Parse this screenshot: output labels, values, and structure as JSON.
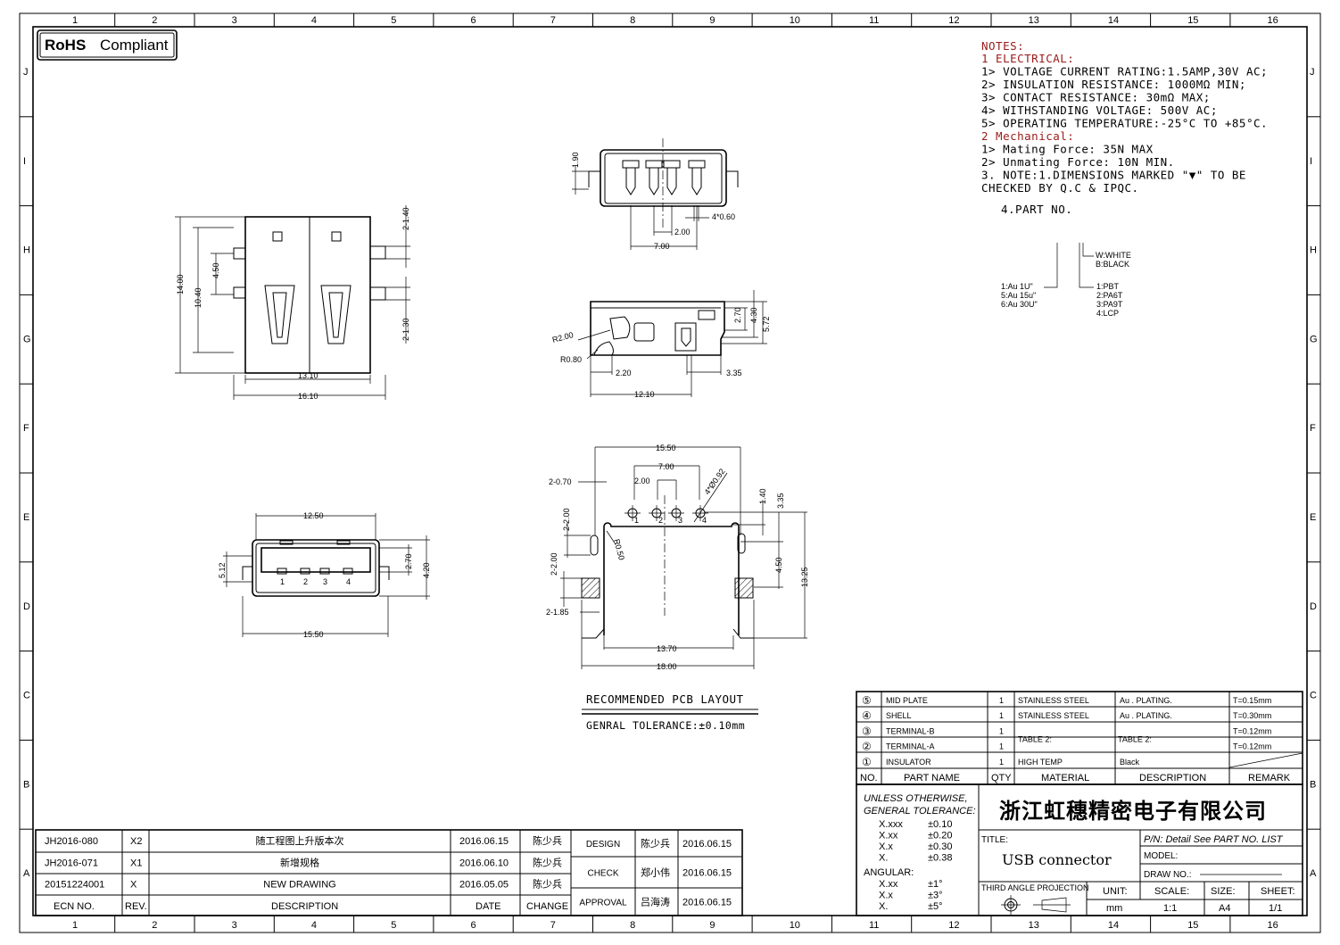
{
  "rohs_badge": {
    "bold": "RoHS",
    "text": "Compliant"
  },
  "border": {
    "columns": [
      "1",
      "2",
      "3",
      "4",
      "5",
      "6",
      "7",
      "8",
      "9",
      "10",
      "11",
      "12",
      "13",
      "14",
      "15",
      "16"
    ],
    "rows": [
      "J",
      "I",
      "H",
      "G",
      "F",
      "E",
      "D",
      "C",
      "B",
      "A"
    ]
  },
  "notes": {
    "heading": "NOTES:",
    "lines": [
      "1  ELECTRICAL:",
      "  1> VOLTAGE CURRENT RATING:1.5AMP,30V AC;",
      "  2> INSULATION RESISTANCE: 1000MΩ MIN;",
      "  3> CONTACT RESISTANCE: 30mΩ MAX;",
      "  4> WITHSTANDING VOLTAGE: 500V AC;",
      "  5> OPERATING TEMPERATURE:-25°C TO +85°C.",
      "2  Mechanical:",
      "  1> Mating Force:  35N MAX",
      "  2> Unmating Force:  10N MIN.",
      "3. NOTE:1.DIMENSIONS MARKED \"▼\" TO BE",
      "  CHECKED BY Q.C & IPQC."
    ],
    "part_no": "4.PART NO.",
    "color_codes": [
      "W:WHITE",
      "B:BLACK"
    ],
    "plating_codes": [
      "1:Au 1U\"",
      "5:Au 15u\"",
      "6:Au 30U\""
    ],
    "material_codes": [
      "1:PBT",
      "2:PA6T",
      "3:PA9T",
      "4:LCP"
    ]
  },
  "top_view": {
    "dims": {
      "h14": "14.00",
      "h1040": "10.40",
      "h450": "4.50",
      "w1310": "13.10",
      "w1610": "16.10",
      "p140": "2-1.40",
      "p130": "2-1.30"
    }
  },
  "front_view_top": {
    "dims": {
      "h190": "1.90",
      "pin": "4*0.60",
      "pitch": "2.00",
      "span": "7.00"
    }
  },
  "side_view": {
    "dims": {
      "r200": "R2.00",
      "r080": "R0.80",
      "w220": "2.20",
      "w1210": "12.10",
      "w335": "3.35",
      "h270": "2.70",
      "h430": "4.30",
      "h572": "5.72"
    }
  },
  "front_view_bottom": {
    "dims": {
      "w1250": "12.50",
      "w1550": "15.50",
      "h512": "5.12",
      "h270": "2.70",
      "h420": "4.20"
    },
    "pins": [
      "1",
      "2",
      "3",
      "4"
    ]
  },
  "pcb_layout": {
    "title": "RECOMMENDED PCB LAYOUT",
    "tolerance": "GENRAL TOLERANCE:±0.10mm",
    "dims": {
      "w1550": "15.50",
      "w700": "7.00",
      "w200": "2.00",
      "hole": "4*Ø0.92",
      "s070": "2-0.70",
      "s200a": "2-2.00",
      "s200b": "2-2.00",
      "s185": "2-1.85",
      "r050": "R0.50",
      "h140": "1.40",
      "h335": "3.35",
      "h450": "4.50",
      "h1325": "13.25",
      "w1370": "13.70",
      "w1800": "18.00"
    },
    "hole_labels": [
      "1",
      "2",
      "3",
      "4"
    ]
  },
  "bom": {
    "headers": [
      "NO.",
      "PART NAME",
      "QTY",
      "MATERIAL",
      "DESCRIPTION",
      "REMARK"
    ],
    "rows": [
      {
        "no": "⑤",
        "name": "MID PLATE",
        "qty": "1",
        "material": "STAINLESS STEEL",
        "description": "Au . PLATING.",
        "remark": "T=0.15mm"
      },
      {
        "no": "④",
        "name": "SHELL",
        "qty": "1",
        "material": "STAINLESS STEEL",
        "description": "Au . PLATING.",
        "remark": "T=0.30mm"
      },
      {
        "no": "③",
        "name": "TERMINAL-B",
        "qty": "1",
        "material": "TABLE 2:",
        "description": "TABLE 2:",
        "remark": "T=0.12mm"
      },
      {
        "no": "②",
        "name": "TERMINAL-A",
        "qty": "1",
        "material": "",
        "description": "",
        "remark": "T=0.12mm"
      },
      {
        "no": "①",
        "name": "INSULATOR",
        "qty": "1",
        "material": "HIGH TEMP",
        "description": "Black",
        "remark": ""
      }
    ]
  },
  "tolerance": {
    "heading1": "UNLESS OTHERWISE,",
    "heading2": "GENERAL TOLERANCE:",
    "linear": [
      [
        "X.xxx",
        "±0.10"
      ],
      [
        "X.xx",
        "±0.20"
      ],
      [
        "X.x",
        "±0.30"
      ],
      [
        "X.",
        "±0.38"
      ]
    ],
    "angular_label": "ANGULAR:",
    "angular": [
      [
        "X.xx",
        "±1°"
      ],
      [
        "X.x",
        "±3°"
      ],
      [
        "X.",
        "±5°"
      ]
    ]
  },
  "title_block": {
    "company": "浙江虹穗精密电子有限公司",
    "title_label": "TITLE:",
    "title": "USB connector",
    "pn": "P/N: Detail  See  PART  NO.  LIST",
    "model": "MODEL:",
    "draw_no": "DRAW  NO.:",
    "projection": "THIRD  ANGLE  PROJECTION",
    "unit_label": "UNIT:",
    "unit": "mm",
    "scale_label": "SCALE:",
    "scale": "1:1",
    "size_label": "SIZE:",
    "size": "A4",
    "sheet_label": "SHEET:",
    "sheet": "1/1"
  },
  "revisions": {
    "headers": [
      "ECN  NO.",
      "REV.",
      "DESCRIPTION",
      "DATE",
      "CHANGE"
    ],
    "rows": [
      {
        "ecn": "JH2016-080",
        "rev": "X2",
        "desc": "随工程图上升版本次",
        "date": "2016.06.15",
        "by": "陈少兵"
      },
      {
        "ecn": "JH2016-071",
        "rev": "X1",
        "desc": "新增规格",
        "date": "2016.06.10",
        "by": "陈少兵"
      },
      {
        "ecn": "20151224001",
        "rev": "X",
        "desc": "NEW  DRAWING",
        "date": "2016.05.05",
        "by": "陈少兵"
      }
    ]
  },
  "approvals": [
    {
      "role": "DESIGN",
      "name": "陈少兵",
      "date": "2016.06.15"
    },
    {
      "role": "CHECK",
      "name": "郑小伟",
      "date": "2016.06.15"
    },
    {
      "role": "APPROVAL",
      "name": "吕海涛",
      "date": "2016.06.15"
    }
  ]
}
